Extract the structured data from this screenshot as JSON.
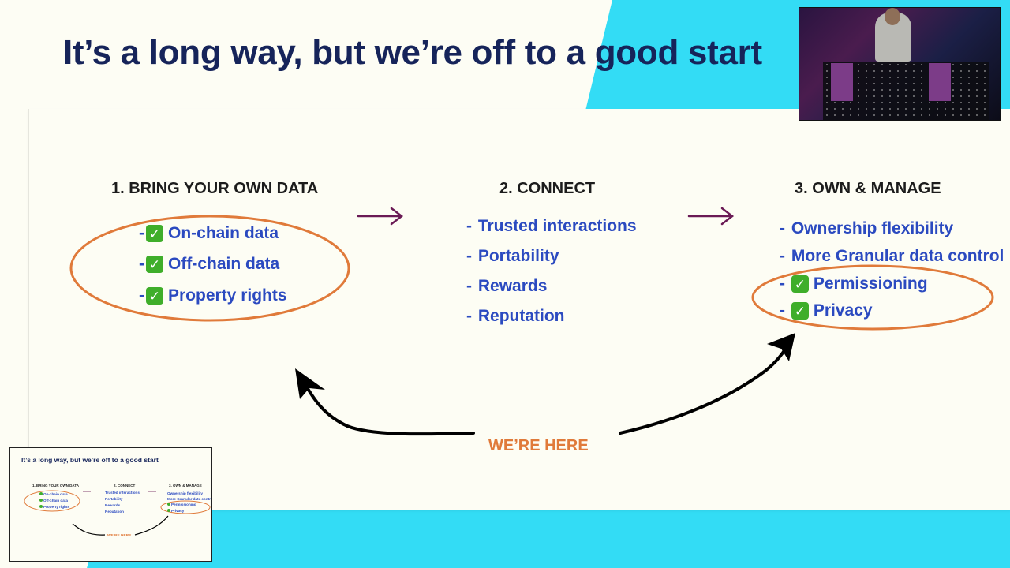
{
  "slide": {
    "title": "It’s a long way, but we’re off to a good start",
    "columns": [
      {
        "heading": "1. BRING YOUR OWN DATA",
        "items": [
          {
            "prefix": "-",
            "checked": true,
            "label": "On-chain data"
          },
          {
            "prefix": "-",
            "checked": true,
            "label": "Off-chain data"
          },
          {
            "prefix": "-",
            "checked": true,
            "label": "Property rights"
          }
        ]
      },
      {
        "heading": "2. CONNECT",
        "items": [
          {
            "prefix": "-",
            "checked": false,
            "label": "Trusted interactions"
          },
          {
            "prefix": "-",
            "checked": false,
            "label": "Portability"
          },
          {
            "prefix": "-",
            "checked": false,
            "label": "Rewards"
          },
          {
            "prefix": "-",
            "checked": false,
            "label": "Reputation"
          }
        ]
      },
      {
        "heading": "3. OWN & MANAGE",
        "items": [
          {
            "prefix": "-",
            "checked": false,
            "label": "Ownership flexibility"
          },
          {
            "prefix": "-",
            "checked": false,
            "label": "More Granular data control"
          },
          {
            "prefix": "-",
            "checked": true,
            "label": "Permissioning"
          },
          {
            "prefix": "-",
            "checked": true,
            "label": "Privacy"
          }
        ]
      }
    ],
    "annotation": "WE’RE HERE",
    "check_glyph": "✓"
  },
  "colors": {
    "title": "#16245a",
    "item_text": "#2b4ac0",
    "highlight_oval": "#e07a3a",
    "arrow_step": "#6a1a55",
    "cyan_band": "#33dcf5",
    "check_bg": "#3fae2a"
  },
  "icons": {
    "check": "check-mark-icon",
    "step_arrow": "right-arrow-icon",
    "curved_arrow": "curved-arrow-icon"
  }
}
